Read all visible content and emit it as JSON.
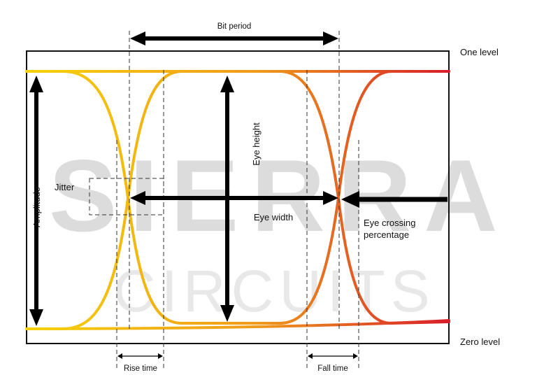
{
  "watermark": {
    "line1": "SIERRA",
    "line2": "CIRCUITS"
  },
  "labels": {
    "bit_period": "Bit period",
    "one_level": "One level",
    "zero_level": "Zero level",
    "amplitude": "Amplitude",
    "jitter": "Jitter",
    "eye_height": "Eye height",
    "eye_width": "Eye width",
    "eye_crossing_line1": "Eye crossing",
    "eye_crossing_line2": "percentage",
    "rise_time": "Rise time",
    "fall_time": "Fall time"
  },
  "colors": {
    "gradient_start": "#f5d20a",
    "gradient_mid": "#ef9a1a",
    "gradient_end": "#d81e2a",
    "arrow": "#000000",
    "frame": "#111111"
  }
}
